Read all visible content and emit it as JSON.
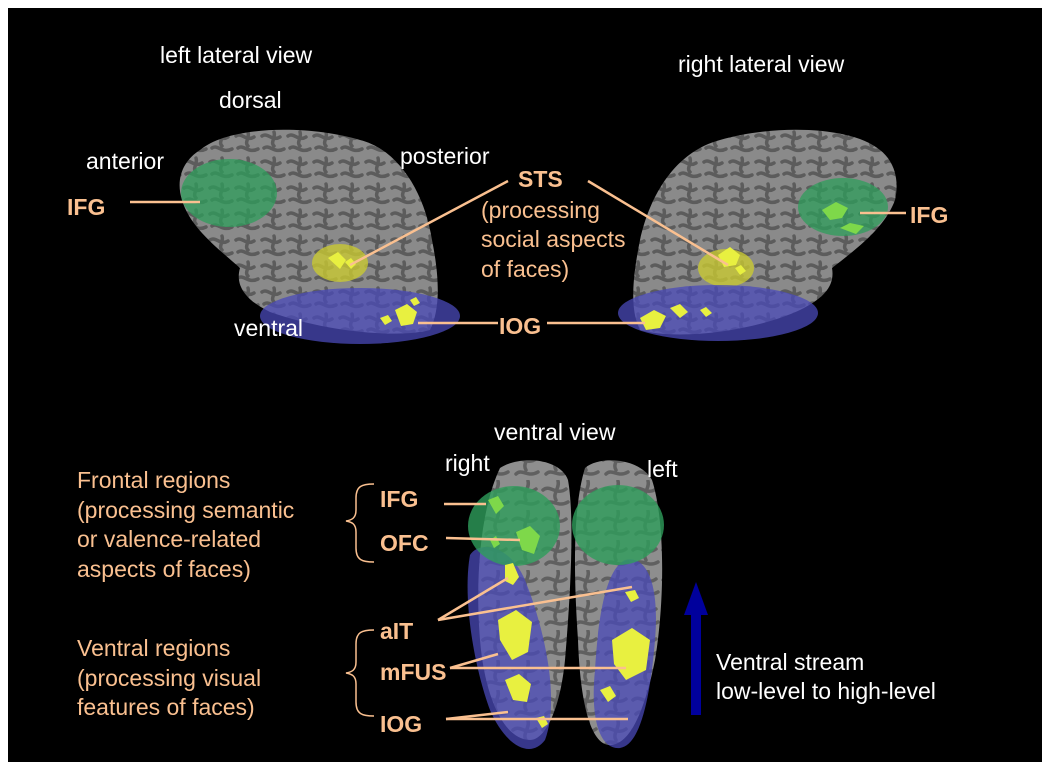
{
  "top": {
    "left_lateral_view": "left lateral view",
    "right_lateral_view": "right lateral view",
    "dorsal": "dorsal",
    "anterior": "anterior",
    "posterior": "posterior",
    "ventral": "ventral",
    "ifg_left": "IFG",
    "ifg_right": "IFG",
    "sts": "STS",
    "sts_desc_line1": "(processing",
    "sts_desc_line2": "social aspects",
    "sts_desc_line3": "of faces)",
    "iog": "IOG"
  },
  "bottom": {
    "ventral_view": "ventral view",
    "right": "right",
    "left": "left",
    "frontal_regions": "Frontal regions\n(processing semantic\nor valence-related\naspects of faces)",
    "ventral_regions": "Ventral regions\n(processing visual\nfeatures of faces)",
    "ifg": "IFG",
    "ofc": "OFC",
    "ait": "aIT",
    "mfus": "mFUS",
    "iog": "IOG",
    "stream_line1": "Ventral stream",
    "stream_line2": "low-level to high-level"
  },
  "colors": {
    "background": "#000000",
    "label_orange": "#fac090",
    "leader_line": "#fac090",
    "brain_gray": "#7a7a7a",
    "frontal_roi": "#2e9e5b",
    "sts_roi": "#c8c832",
    "ventral_roi": "#5a5ac8",
    "activation": "#e8f040",
    "arrow": "#00009c"
  }
}
